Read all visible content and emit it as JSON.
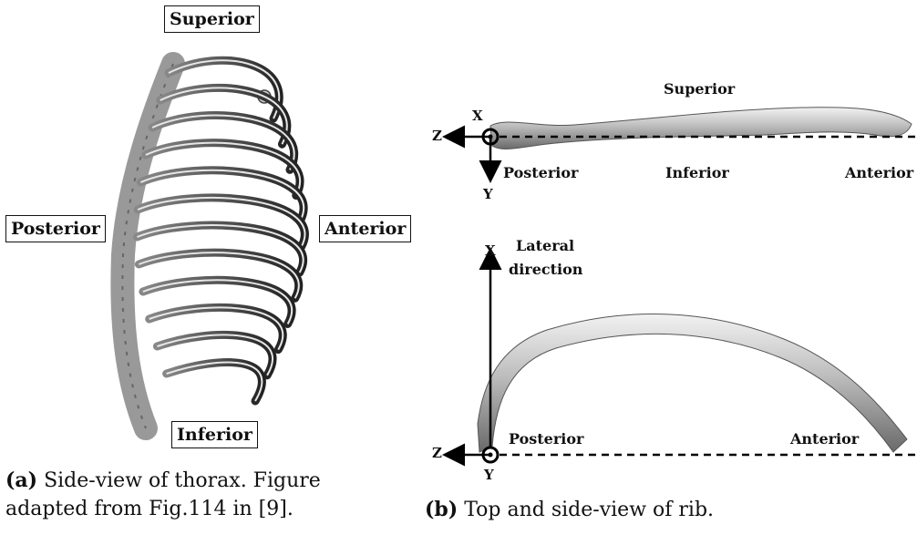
{
  "panel_a": {
    "labels": {
      "superior": "Superior",
      "posterior": "Posterior",
      "anterior": "Anterior",
      "inferior": "Inferior"
    },
    "caption": {
      "tag": "(a)",
      "line1": " Side-view of thorax.  Figure",
      "line2": "adapted from Fig.114 in [9]."
    }
  },
  "panel_b": {
    "top_view": {
      "superior": "Superior",
      "posterior": "Posterior",
      "inferior": "Inferior",
      "anterior": "Anterior",
      "axes": {
        "x": "X",
        "y": "Y",
        "z": "Z"
      }
    },
    "side_view": {
      "lateral_line1": "Lateral",
      "lateral_line2": "direction",
      "posterior": "Posterior",
      "anterior": "Anterior",
      "axes": {
        "x": "X",
        "y": "Y",
        "z": "Z"
      }
    },
    "caption": {
      "tag": "(b)",
      "text": " Top and side-view of rib."
    }
  }
}
